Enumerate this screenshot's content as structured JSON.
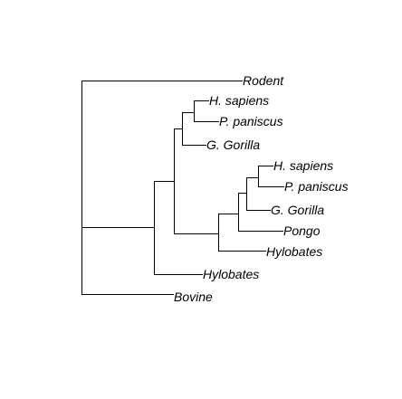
{
  "tree": {
    "leaves": {
      "rodent": "Rodent",
      "h_sapiens_a": "H. sapiens",
      "p_paniscus_a": "P. paniscus",
      "g_gorilla_a": "G. Gorilla",
      "h_sapiens_b": "H. sapiens",
      "p_paniscus_b": "P. paniscus",
      "g_gorilla_b": "G. Gorilla",
      "pongo": "Pongo",
      "hylobates_a": "Hylobates",
      "hylobates_b": "Hylobates",
      "bovine": "Bovine"
    },
    "colors": {
      "line": "#000000",
      "text": "#000000",
      "background": "#ffffff"
    }
  }
}
